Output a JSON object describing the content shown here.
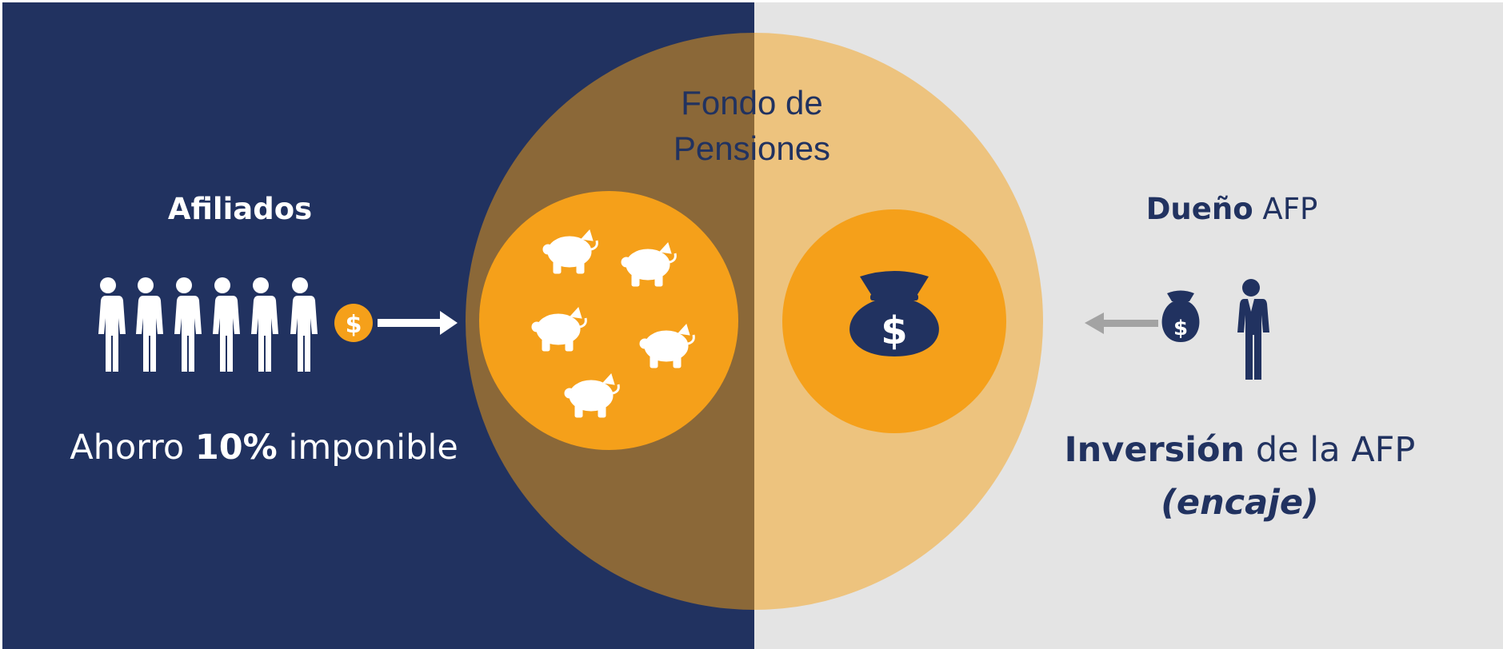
{
  "left": {
    "title": "Afiliados",
    "savings_prefix": "Ahorro",
    "savings_percent": "10%",
    "savings_suffix": "imponible",
    "coin_symbol": "$",
    "icons": [
      "person-icon",
      "coin-icon",
      "arrow-right-icon"
    ]
  },
  "center": {
    "fund_line1": "Fondo de",
    "fund_line2": "Pensiones",
    "icons": [
      "piggy-bank-icon",
      "money-bag-icon"
    ],
    "bag_symbol": "$"
  },
  "right": {
    "owner_bold": "Dueño",
    "owner_rest": "AFP",
    "investment_bold": "Inversión",
    "investment_rest": "de la AFP",
    "investment_note": "(encaje)",
    "bag_symbol": "$",
    "icons": [
      "money-bag-icon",
      "businessman-icon",
      "arrow-left-icon"
    ]
  },
  "colors": {
    "navy": "#213260",
    "light_gray": "#e4e4e4",
    "orange": "#f5a01a",
    "dark_overlap": "#8b6838",
    "light_overlap": "#edc37e",
    "white": "#ffffff",
    "gray_arrow": "#a3a3a3"
  }
}
